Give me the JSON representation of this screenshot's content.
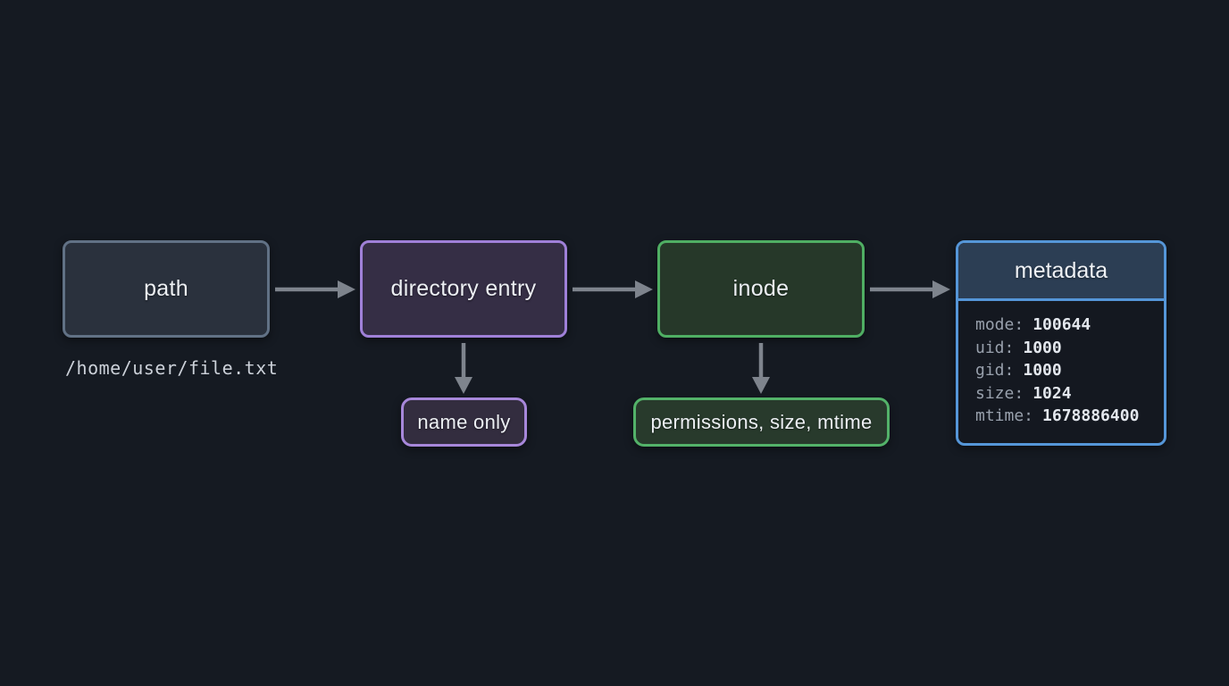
{
  "diagram": {
    "title": "path to metadata resolution flow",
    "nodes": {
      "path": {
        "label": "path",
        "caption": "/home/user/file.txt"
      },
      "directory_entry": {
        "label": "directory entry"
      },
      "inode": {
        "label": "inode"
      },
      "name_only": {
        "label": "name only"
      },
      "permissions": {
        "label": "permissions, size, mtime"
      },
      "metadata": {
        "title": "metadata",
        "fields": [
          {
            "key": "mode:",
            "value": "100644"
          },
          {
            "key": "uid:",
            "value": "1000"
          },
          {
            "key": "gid:",
            "value": "1000"
          },
          {
            "key": "size:",
            "value": "1024"
          },
          {
            "key": "mtime:",
            "value": "1678886400"
          }
        ]
      }
    },
    "colors": {
      "background": "#151a22",
      "arrow": "#7e848d",
      "path_border": "#617185",
      "path_fill": "#2a313d",
      "directory_border": "#9f80d8",
      "directory_fill": "#352e45",
      "inode_border": "#4fae63",
      "inode_fill": "#263829",
      "metadata_border": "#5596d8",
      "metadata_header_fill": "#2c3e54",
      "metadata_key_text": "#98a0ac",
      "metadata_value_text": "#e3e7ed",
      "label_text": "#eceff3"
    }
  }
}
